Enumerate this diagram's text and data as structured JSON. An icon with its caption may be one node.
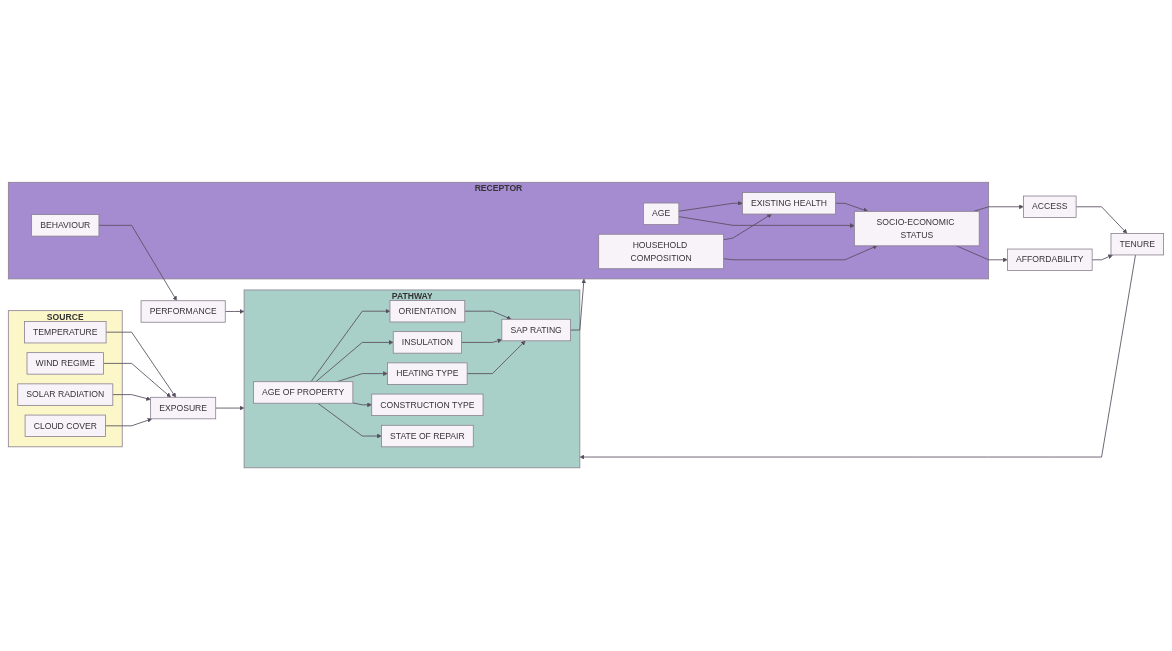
{
  "diagram": {
    "nodes": [
      {
        "text": [
          "SOURCE"
        ]
      },
      {
        "text": [
          "TEMPERATURE"
        ],
        "in": 0
      },
      {
        "text": [
          "WIND REGIME"
        ],
        "in": 0
      },
      {
        "text": [
          "SOLAR RADIATION"
        ],
        "in": 0
      },
      {
        "text": [
          "CLOUD COVER"
        ],
        "in": 0
      },
      {
        "text": [
          "EXPOSURE"
        ]
      },
      {
        "text": [
          "PATHWAY"
        ]
      },
      {
        "text": [
          "AGE OF PROPERTY"
        ],
        "in": 6
      },
      {
        "text": [
          "ORIENTATION"
        ],
        "in": 6
      },
      {
        "text": [
          "INSULATION"
        ],
        "in": 6
      },
      {
        "text": [
          "HEATING TYPE"
        ],
        "in": 6
      },
      {
        "text": [
          "CONSTRUCTION TYPE"
        ],
        "in": 6
      },
      {
        "text": [
          "STATE OF REPAIR"
        ],
        "in": 6
      },
      {
        "text": [
          "SAP RATING"
        ],
        "in": 6
      },
      {
        "text": [
          "RECEPTOR"
        ]
      },
      {
        "text": [
          "AGE"
        ],
        "in": 14
      },
      {
        "text": [
          "EXISTING HEALTH"
        ],
        "in": 14
      },
      {
        "text": [
          "HOUSEHOLD COMPOSITION"
        ],
        "in": 14
      },
      {
        "text": [
          "SOCIO-ECONOMIC STATUS"
        ],
        "in": 14
      },
      {
        "text": [
          "BEHAVIOUR"
        ],
        "in": 14
      },
      {
        "text": [
          "ACCESS"
        ]
      },
      {
        "text": [
          "AFFORDABILITY"
        ]
      },
      {
        "text": [
          "TENURE"
        ]
      },
      {
        "text": [
          "PERFORMANCE"
        ]
      }
    ],
    "edges": [
      {
        "from": 1,
        "to": 5,
        "arrow": "to"
      },
      {
        "from": 2,
        "to": 5,
        "arrow": "to"
      },
      {
        "from": 3,
        "to": 5,
        "arrow": "to"
      },
      {
        "from": 4,
        "to": 5,
        "arrow": "to"
      },
      {
        "from": 5,
        "to": 6,
        "arrow": "to"
      },
      {
        "from": 7,
        "to": 8,
        "arrow": "to"
      },
      {
        "from": 7,
        "to": 9,
        "arrow": "to"
      },
      {
        "from": 7,
        "to": 10,
        "arrow": "to"
      },
      {
        "from": 7,
        "to": 11,
        "arrow": "to"
      },
      {
        "from": 7,
        "to": 12,
        "arrow": "to"
      },
      {
        "from": 8,
        "to": 13,
        "arrow": "to"
      },
      {
        "from": 9,
        "to": 13,
        "arrow": "to"
      },
      {
        "from": 10,
        "to": 13,
        "arrow": "to"
      },
      {
        "from": 13,
        "to": 14,
        "arrow": "to"
      },
      {
        "from": 15,
        "to": 16,
        "arrow": "to"
      },
      {
        "from": 15,
        "to": 18,
        "arrow": "to"
      },
      {
        "from": 17,
        "to": 16,
        "arrow": "to"
      },
      {
        "from": 16,
        "to": 18,
        "arrow": "to"
      },
      {
        "from": 17,
        "to": 18,
        "arrow": "to"
      },
      {
        "from": 18,
        "to": 20,
        "arrow": "to"
      },
      {
        "from": 18,
        "to": 21,
        "arrow": "to"
      },
      {
        "from": 20,
        "to": 22,
        "arrow": "to"
      },
      {
        "from": 21,
        "to": 22,
        "arrow": "to"
      },
      {
        "from": 22,
        "to": 6,
        "arrow": "to"
      },
      {
        "from": 19,
        "to": 23,
        "arrow": "to"
      },
      {
        "from": 23,
        "to": 6,
        "arrow": "to"
      }
    ]
  }
}
